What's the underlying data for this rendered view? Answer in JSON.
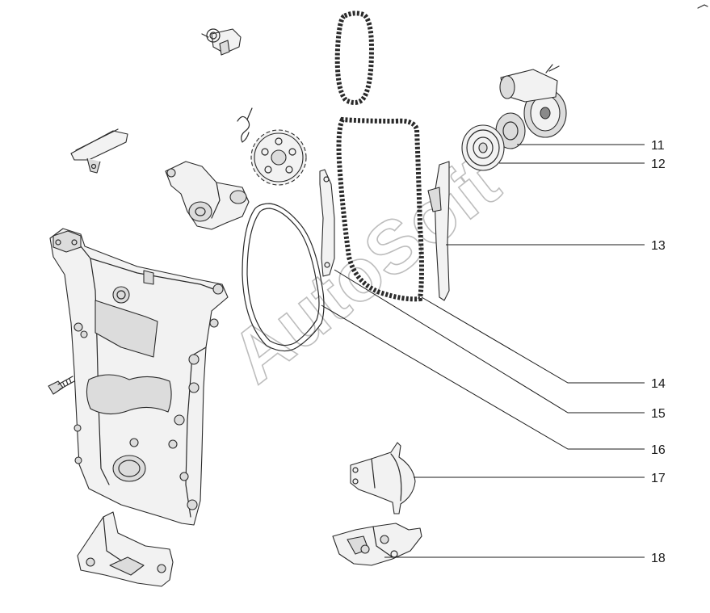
{
  "callouts": [
    {
      "id": "11",
      "label": "11"
    },
    {
      "id": "12",
      "label": "12"
    },
    {
      "id": "13",
      "label": "13"
    },
    {
      "id": "14",
      "label": "14"
    },
    {
      "id": "15",
      "label": "15"
    },
    {
      "id": "16",
      "label": "16"
    },
    {
      "id": "17",
      "label": "17"
    },
    {
      "id": "18",
      "label": "18"
    }
  ],
  "watermark": {
    "text": "AutoSoft"
  },
  "colors": {
    "line": "#2a2a2a",
    "fill": "#dcdcdc",
    "watermark": "#bdbdbd"
  }
}
